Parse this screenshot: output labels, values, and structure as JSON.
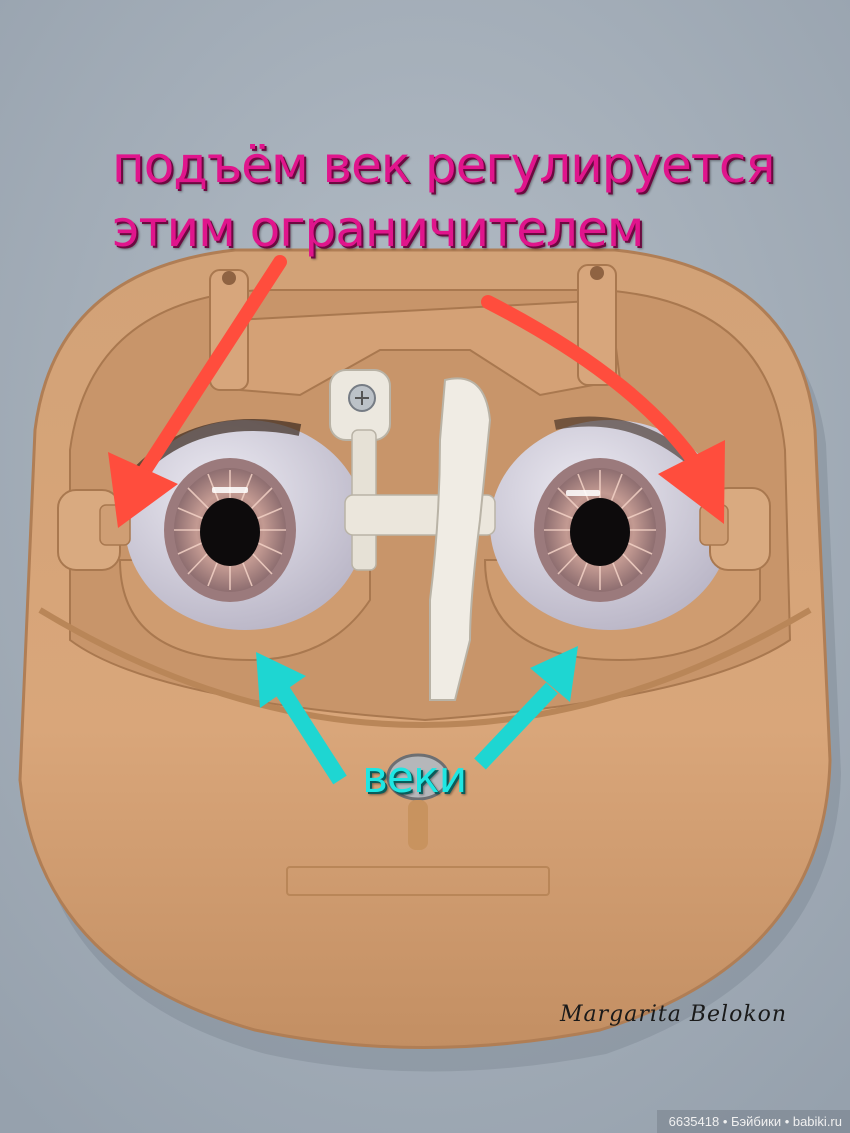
{
  "image": {
    "description": "Photo of the inside of a doll head's face plate (tan plastic) with two sleep-eye eyeballs with lids and a central white mechanism, annotated with arrows and Russian captions.",
    "background_color": "#a9b3bd",
    "plastic_color": "#d7a57a",
    "eyeball_color": "#d9d6e2",
    "iris_color": "#b58a84"
  },
  "annotations": {
    "caption_line_1": "подъём век регулируется",
    "caption_line_2": "этим ограничителем",
    "caption_color": "#e0158c",
    "eyelids_label": "веки",
    "eyelids_label_color": "#1fe6e2",
    "red_arrow_color": "#ff4d3d",
    "cyan_arrow_color": "#1ed6d2"
  },
  "signature": "Margarita Belokon",
  "watermark": "6635418 • Бэйбики • babiki.ru"
}
